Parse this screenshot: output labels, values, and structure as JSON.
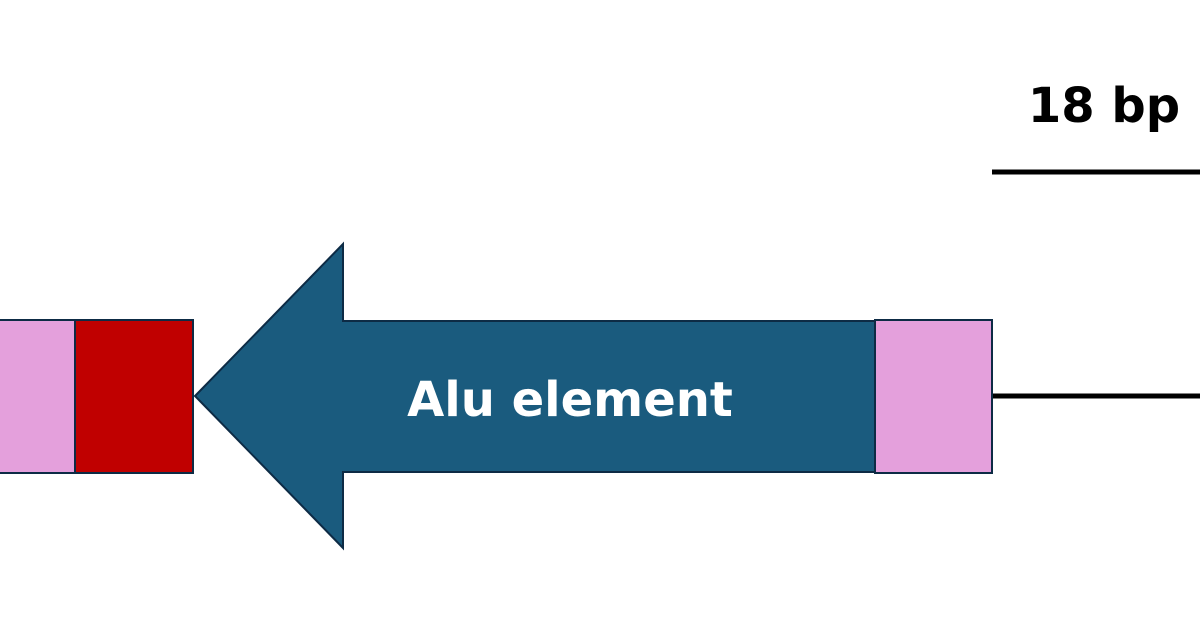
{
  "scale_bar": {
    "label": "18 bp"
  },
  "alu_element": {
    "label": "Alu element",
    "direction": "left"
  },
  "colors": {
    "alu_fill": "#1a5b7e",
    "outline": "#0d2b45",
    "repeat_pink": "#e4a0dc",
    "red_box": "#c00000",
    "line": "#000000",
    "label_text": "#ffffff"
  }
}
